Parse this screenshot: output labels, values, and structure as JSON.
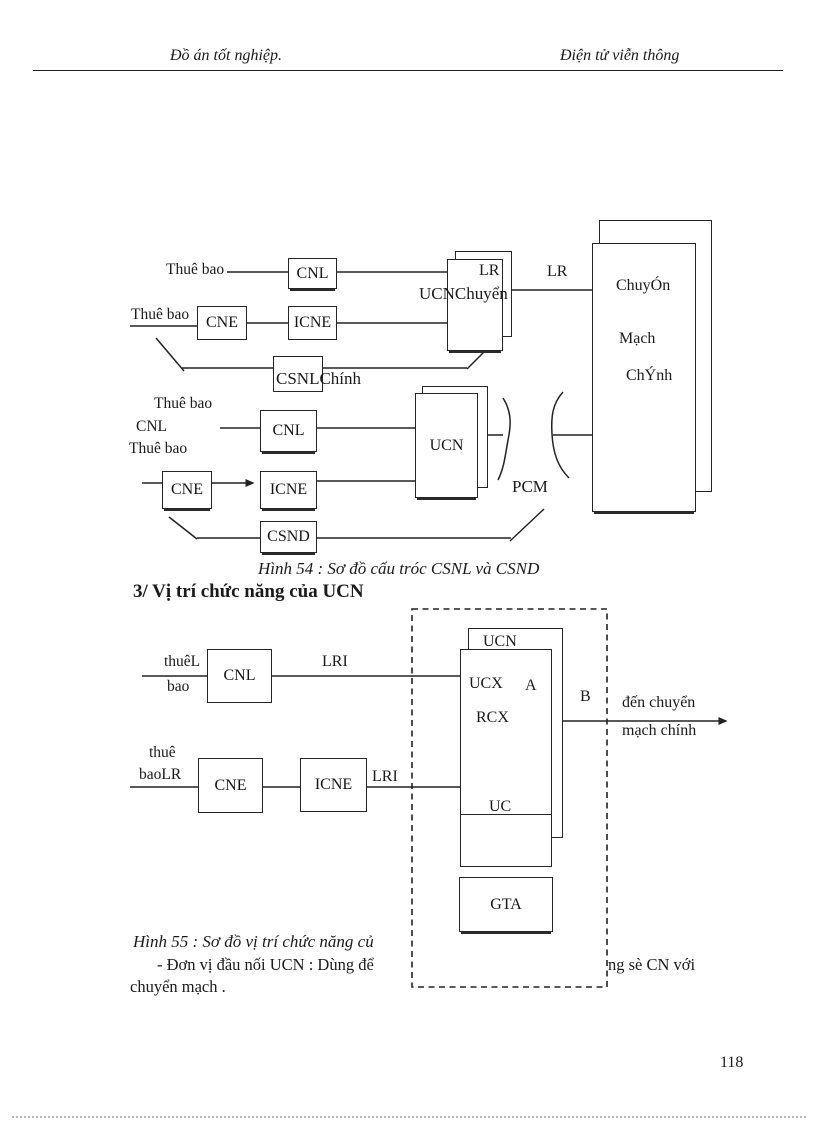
{
  "header": {
    "left": "Đồ án tốt nghiệp.",
    "right": "Điện tử viễn thông"
  },
  "fig54": {
    "caption": "Hình 54 : Sơ đồ cấu tróc CSNL và CSND",
    "thue_bao": "Thuê bao",
    "cnl": "CNL",
    "cne": "CNE",
    "icne": "ICNE",
    "ucn": "UCN",
    "lr_top": "LR",
    "lr_link": "LR",
    "ucn_chuyen": "UCNChuyển",
    "csnl_chinh": "CSNLChính",
    "csnd": "CSND",
    "pcm": "PCM",
    "switch_line1": "ChuyÓn",
    "switch_line2": "Mạch",
    "switch_line3": "ChÝnh"
  },
  "section3": {
    "heading": "3/ Vị trí chức năng của UCN"
  },
  "fig55": {
    "caption": "Hình 55 : Sơ đồ vị trí chức năng củ",
    "thuel": "thuêL",
    "bao": "bao",
    "thue": "thuê",
    "baolr": "baoLR",
    "lri": "LRI",
    "cnl": "CNL",
    "cne": "CNE",
    "icne": "ICNE",
    "ucn": "UCN",
    "ucx": "UCX",
    "a": "A",
    "b": "B",
    "rcx": "RCX",
    "uc": "UC",
    "gta": "GTA",
    "dest_line1": "đến chuyển",
    "dest_line2": "mạch chính"
  },
  "body": {
    "para_left": "- Đơn vị đầu nối UCN : Dùng để",
    "para_right": "ng sè CN với",
    "para_line2": "chuyển mạch ."
  },
  "footer": {
    "page_number": "118"
  }
}
